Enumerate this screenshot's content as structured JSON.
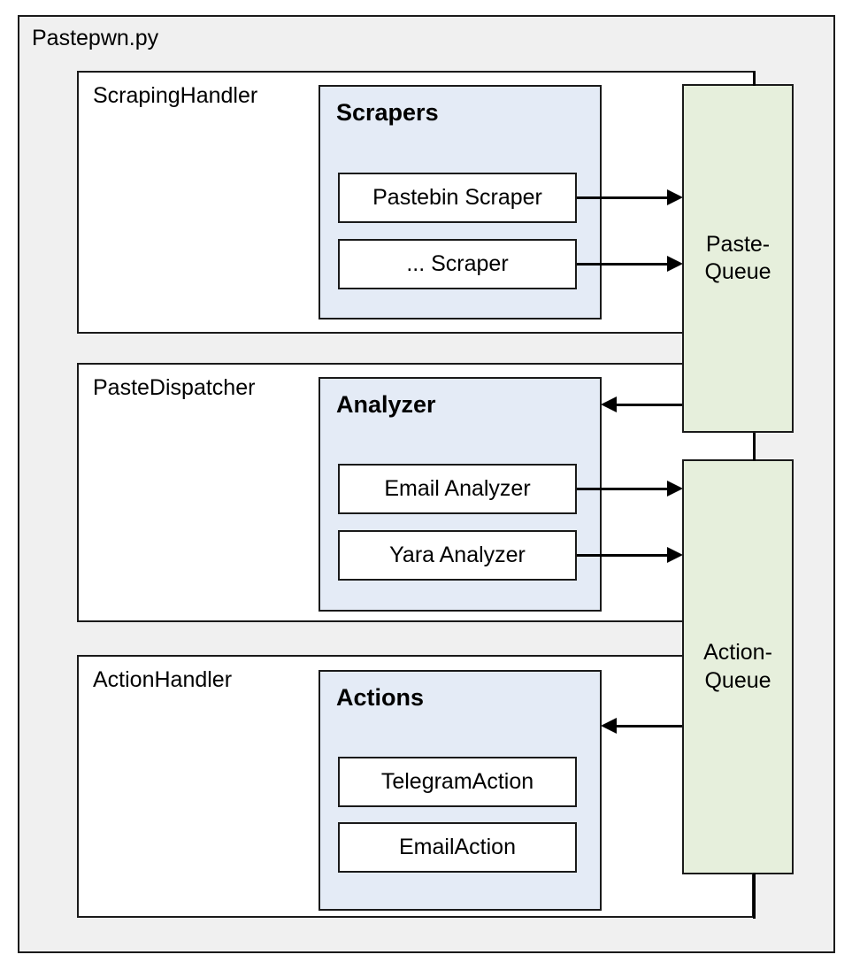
{
  "diagram": {
    "title": "Pastepwn.py",
    "type": "architecture-block-diagram",
    "background_color": "#f0f0f0",
    "group_color": "#e4ebf6",
    "queue_color": "#e6efdc",
    "leaf_color": "#ffffff",
    "border_color": "#1a1a1a"
  },
  "handlers": [
    {
      "label": "ScrapingHandler",
      "group": {
        "label": "Scrapers",
        "items": [
          {
            "label": "Pastebin Scraper"
          },
          {
            "label": "... Scraper"
          }
        ]
      }
    },
    {
      "label": "PasteDispatcher",
      "group": {
        "label": "Analyzer",
        "items": [
          {
            "label": "Email Analyzer"
          },
          {
            "label": "Yara Analyzer"
          }
        ]
      }
    },
    {
      "label": "ActionHandler",
      "group": {
        "label": "Actions",
        "items": [
          {
            "label": "TelegramAction"
          },
          {
            "label": "EmailAction"
          }
        ]
      }
    }
  ],
  "queues": [
    {
      "label": "Paste-\nQueue",
      "line1": "Paste-",
      "line2": "Queue"
    },
    {
      "label": "Action-\nQueue",
      "line1": "Action-",
      "line2": "Queue"
    }
  ],
  "connections": [
    {
      "from": "Pastebin Scraper",
      "to": "Paste-Queue",
      "direction": "right"
    },
    {
      "from": "... Scraper",
      "to": "Paste-Queue",
      "direction": "right"
    },
    {
      "from": "Paste-Queue",
      "to": "Analyzer",
      "direction": "left"
    },
    {
      "from": "Email Analyzer",
      "to": "Action-Queue",
      "direction": "right"
    },
    {
      "from": "Yara Analyzer",
      "to": "Action-Queue",
      "direction": "right"
    },
    {
      "from": "Action-Queue",
      "to": "Actions",
      "direction": "left"
    }
  ]
}
